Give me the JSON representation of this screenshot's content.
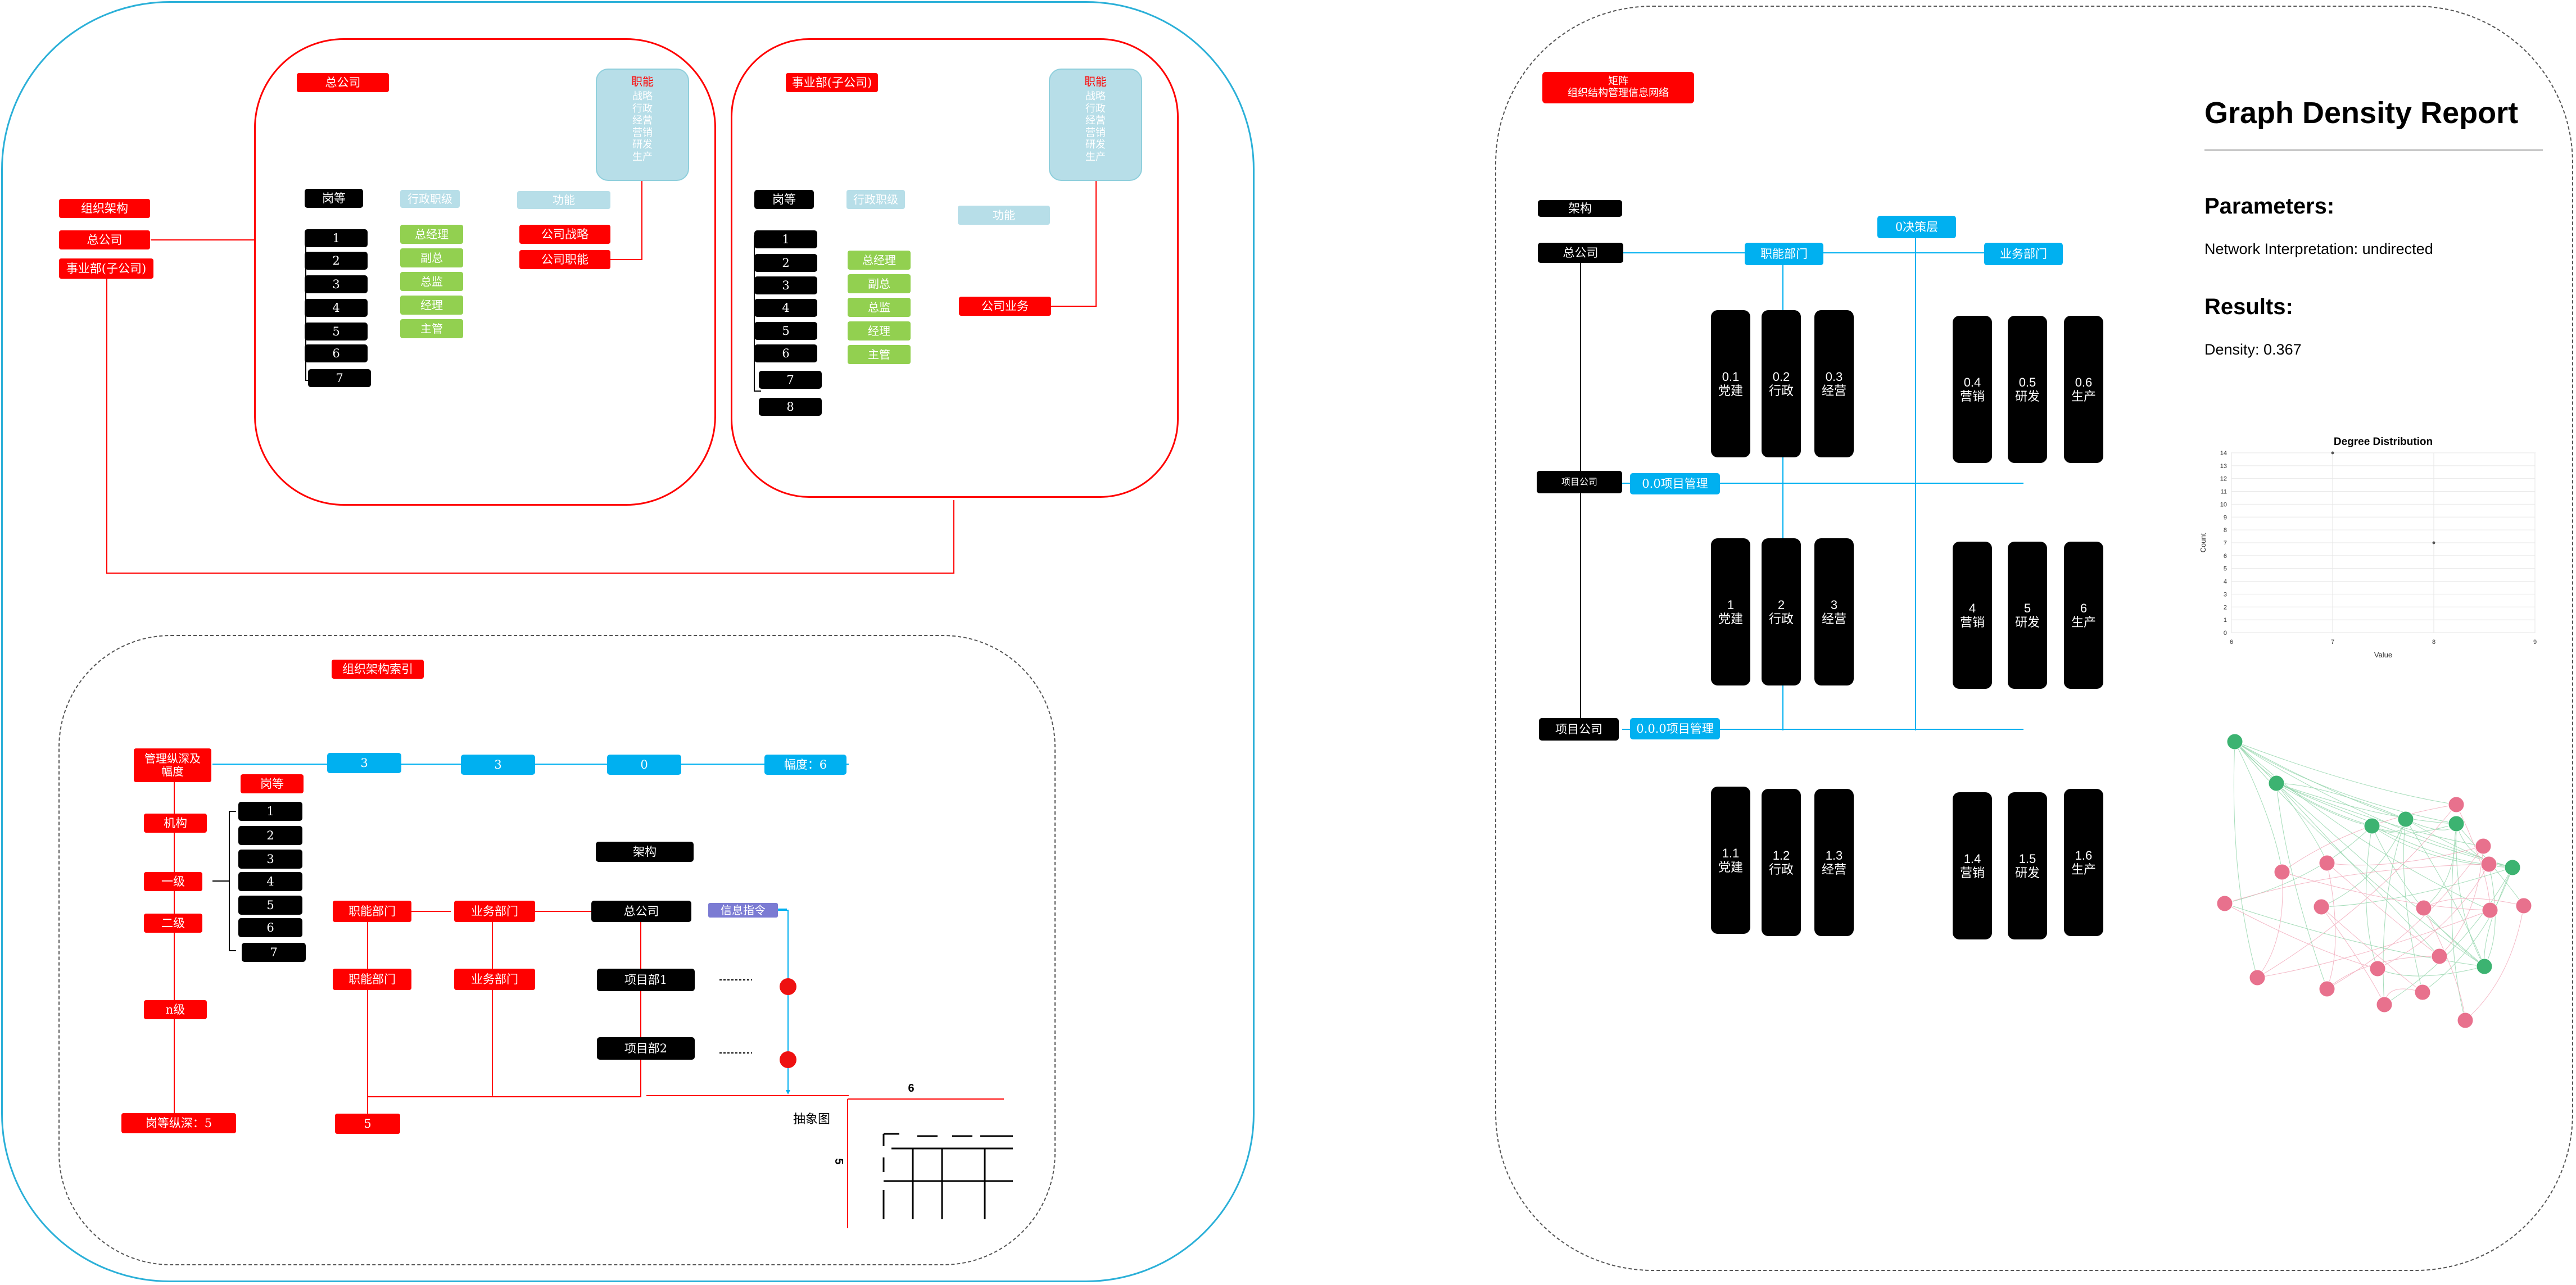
{
  "left": {
    "side": {
      "org": "组织架构",
      "hq": "总公司",
      "bu": "事业部(子公司)"
    },
    "hq_box": {
      "title": "总公司",
      "rank_header": "岗等",
      "ranks": [
        "1",
        "2",
        "3",
        "4",
        "5",
        "6",
        "7"
      ],
      "admin_header": "行政职级",
      "admin": [
        "总经理",
        "副总",
        "总监",
        "经理",
        "主管"
      ],
      "func_header": "功能",
      "funcs": [
        "公司战略",
        "公司职能"
      ],
      "duty_title": "职能",
      "duties": [
        "战略",
        "行政",
        "经营",
        "营销",
        "研发",
        "生产"
      ]
    },
    "bu_box": {
      "title": "事业部(子公司)",
      "rank_header": "岗等",
      "ranks": [
        "1",
        "2",
        "3",
        "4",
        "5",
        "6",
        "7",
        "8"
      ],
      "admin_header": "行政职级",
      "admin": [
        "总经理",
        "副总",
        "总监",
        "经理",
        "主管"
      ],
      "func_header": "功能",
      "funcs": [
        "公司业务"
      ],
      "duty_title": "职能",
      "duties": [
        "战略",
        "行政",
        "经营",
        "营销",
        "研发",
        "生产"
      ]
    },
    "index": {
      "title": "组织架构索引",
      "mgmt": "管理纵深及\n幅度",
      "agency": "机构",
      "level1": "一级",
      "level2": "二级",
      "leveln": "n级",
      "rank_depth": "岗等纵深：5",
      "rank_header": "岗等",
      "ranks": [
        "1",
        "2",
        "3",
        "4",
        "5",
        "6",
        "7"
      ],
      "top_values": [
        "3",
        "3",
        "0"
      ],
      "width": "幅度：6",
      "func_dept": "职能部门",
      "biz_dept": "业务部门",
      "func_dept2": "职能部门",
      "biz_dept2": "业务部门",
      "arch": "架构",
      "hq": "总公司",
      "info": "信息指令",
      "proj1": "项目部1",
      "proj2": "项目部2",
      "five": "5",
      "abstract": "抽象图",
      "grid_top": "6",
      "grid_side": "5"
    }
  },
  "right": {
    "title": "矩阵\n组织结构管理信息网络",
    "arch": "架构",
    "hq": "总公司",
    "decision": "0决策层",
    "func_dept": "职能部门",
    "biz_dept": "业务部门",
    "proj_co": "项目公司",
    "proj_mgmt": "0.0项目管理",
    "proj_co2": "项目公司",
    "proj_mgmt2": "0.0.0项目管理",
    "row0": [
      "0.1\n党建",
      "0.2\n行政",
      "0.3\n经营",
      "0.4\n营销",
      "0.5\n研发",
      "0.6\n生产"
    ],
    "row1": [
      "1\n党建",
      "2\n行政",
      "3\n经营",
      "4\n营销",
      "5\n研发",
      "6\n生产"
    ],
    "row2": [
      "1.1\n党建",
      "1.2\n行政",
      "1.3\n经营",
      "1.4\n营销",
      "1.5\n研发",
      "1.6\n生产"
    ]
  },
  "report": {
    "title": "Graph Density Report",
    "params_heading": "Parameters:",
    "param": "Network Interpretation: undirected",
    "results_heading": "Results:",
    "density": "Density: 0.367"
  },
  "chart_data": {
    "type": "scatter",
    "title": "Degree Distribution",
    "xlabel": "Value",
    "ylabel": "Count",
    "xlim": [
      6,
      9
    ],
    "ylim": [
      0,
      14
    ],
    "xticks": [
      "6",
      "7",
      "8",
      "9"
    ],
    "yticks": [
      "0",
      "1",
      "2",
      "3",
      "4",
      "5",
      "6",
      "7",
      "8",
      "9",
      "10",
      "11",
      "12",
      "13",
      "14"
    ],
    "points": [
      {
        "x": 7,
        "y": 14
      },
      {
        "x": 8,
        "y": 7
      }
    ],
    "grid": true
  },
  "colors": {
    "red": "#ff0000",
    "cyan": "#00b0f0",
    "green": "#92d050",
    "pale": "#b7dee8",
    "node_green": "#3cb371",
    "node_pink": "#e8718d"
  }
}
